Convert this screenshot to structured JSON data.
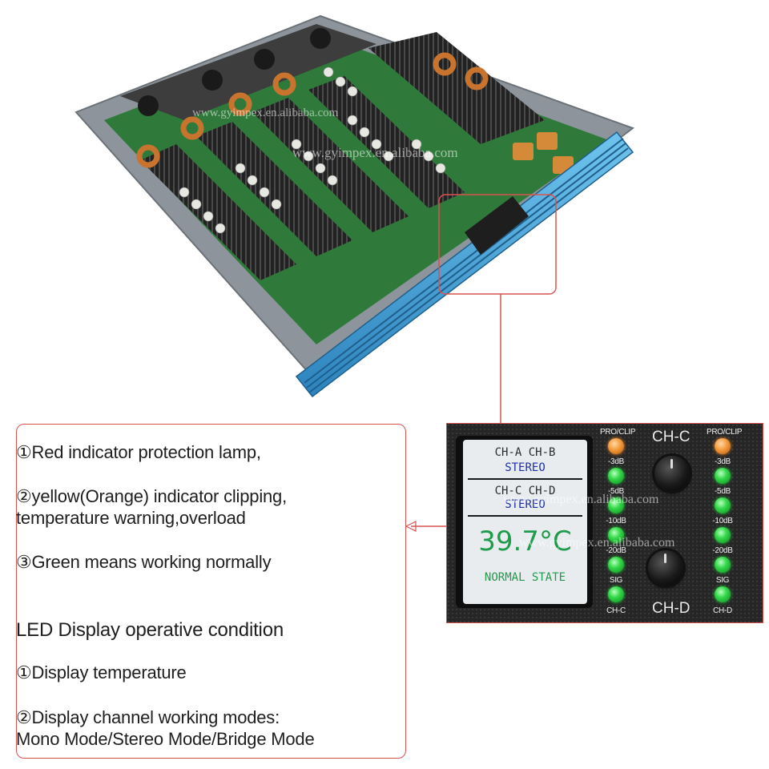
{
  "info": {
    "lines": [
      "①Red indicator protection lamp,",
      "②yellow(Orange) indicator clipping,",
      "temperature warning,overload",
      "③Green means working normally"
    ],
    "heading": "LED Display operative condition",
    "display_lines": [
      "①Display temperature",
      "②Display channel working modes:",
      "Mono Mode/Stereo Mode/Bridge Mode"
    ]
  },
  "panel": {
    "lcd": {
      "channels_ab": "CH-A CH-B",
      "mode_ab": "STEREO",
      "channels_cd": "CH-C CH-D",
      "mode_cd": "STEREO",
      "temperature": "39.7°C",
      "state": "NORMAL STATE"
    },
    "channel_upper": "CH-C",
    "channel_lower": "CH-D",
    "meter_left": [
      "PRO/CLIP",
      "-3dB",
      "-5dB",
      "-10dB",
      "-20dB",
      "SIG",
      "CH-C"
    ],
    "meter_right": [
      "PRO/CLIP",
      "-3dB",
      "-5dB",
      "-10dB",
      "-20dB",
      "SIG",
      "CH-D"
    ]
  },
  "watermarks": {
    "w1": "www.gyimpex.en.alibaba.com",
    "w2": "www.gyimpex.en.alibaba.com",
    "w3": "www.gyimpex.en.alibaba.com",
    "w4": "www.gyimpex.en.alibaba.com"
  },
  "colors": {
    "accent_red": "#d9534f",
    "panel_blue": "#3f9fd6",
    "pcb_green": "#2f7a3a",
    "led_green": "#34d84a",
    "led_orange": "#f29a3a"
  }
}
